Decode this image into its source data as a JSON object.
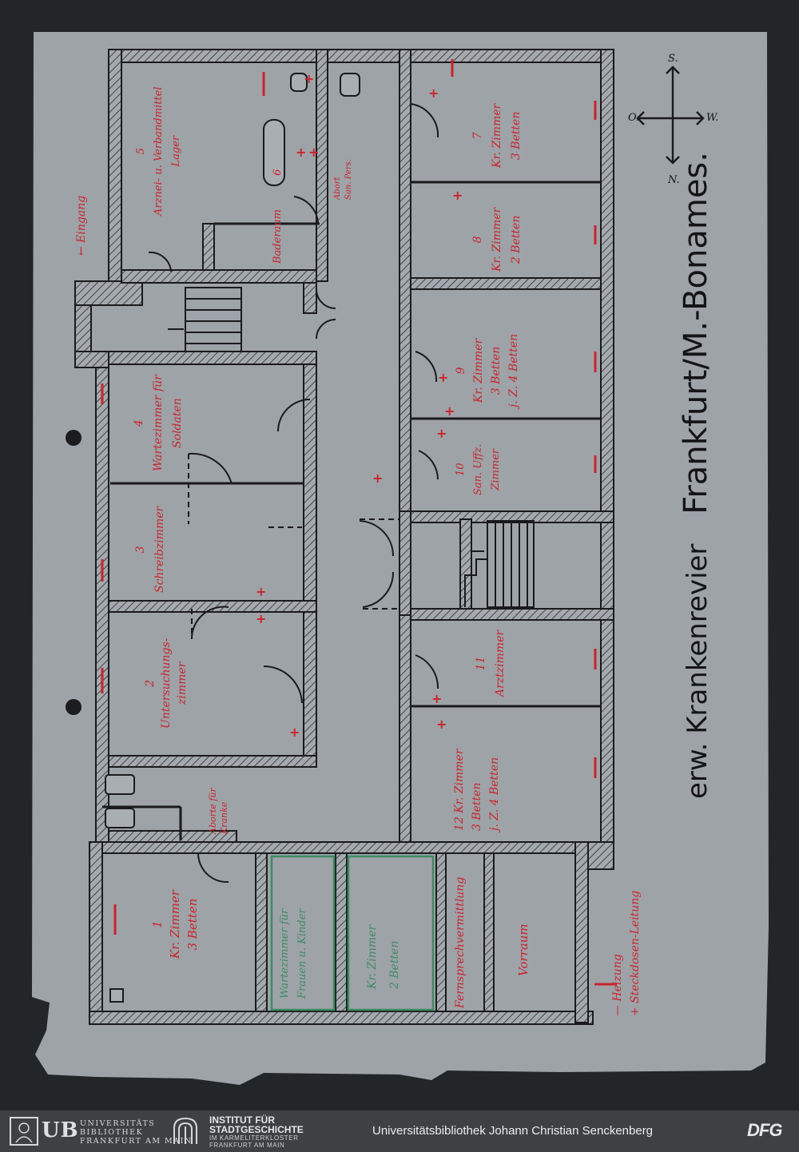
{
  "document": {
    "title_prefix": "erw. Krankenrevier",
    "title_place": "Frankfurt/M.-Bonames.",
    "entrance_label": "Eingang",
    "compass": {
      "east": "O.",
      "south": "S.",
      "north": "N.",
      "west": "W."
    },
    "rooms": {
      "r1": {
        "num": "1",
        "line1": "Kr. Zimmer",
        "line2": "3 Betten"
      },
      "r2": {
        "num": "2",
        "line1": "Untersuchungs-",
        "line2": "zimmer"
      },
      "r3": {
        "num": "3",
        "line1": "Schreibzimmer"
      },
      "r4": {
        "num": "4",
        "line1": "Wartezimmer für",
        "line2": "Soldaten"
      },
      "r5": {
        "num": "5",
        "line1": "Arznei- u. Verbandmittel",
        "line2": "Lager"
      },
      "r6": {
        "num": "6",
        "line1": "Baderaum"
      },
      "r6b": {
        "line1": "Abort",
        "line2": "San. Pers."
      },
      "r7": {
        "num": "7",
        "line1": "Kr. Zimmer",
        "line2": "3 Betten"
      },
      "r8": {
        "num": "8",
        "line1": "Kr. Zimmer",
        "line2": "2 Betten"
      },
      "r9": {
        "num": "9",
        "line1": "Kr. Zimmer",
        "line2": "3 Betten",
        "line3": "j. Z. 4 Betten"
      },
      "r10": {
        "num": "10",
        "line1": "San. Uffz.",
        "line2": "Zimmer"
      },
      "r11": {
        "num": "11",
        "line1": "Arztzimmer"
      },
      "r12": {
        "num": "12",
        "line1": "Kr. Zimmer",
        "line2": "3 Betten",
        "line3": "j. Z. 4 Betten"
      },
      "wc": {
        "line1": "Aborte für",
        "line2": "Kranke"
      },
      "wz": {
        "line1": "Wartezimmer für",
        "line2": "Frauen u. Kinder"
      },
      "kz2": {
        "line1": "Kr. Zimmer",
        "line2": "2 Betten"
      },
      "fs": {
        "line1": "Fernsprechvermittlung"
      },
      "vr": {
        "line1": "Vorraum"
      }
    },
    "legend": {
      "line1": "— Heizung",
      "line2": "+ Steckdosen-Leitung"
    }
  },
  "footer": {
    "ub_mark": "UB",
    "ub_line1": "UNIVERSITÄTS",
    "ub_line2": "BIBLIOTHEK",
    "ub_line3": "FRANKFURT AM MAIN",
    "isg_line1": "INSTITUT FÜR",
    "isg_line2": "STADTGESCHICHTE",
    "isg_line3": "IM KARMELITERKLOSTER",
    "isg_line4": "FRANKFURT AM MAIN",
    "center_text": "Universitätsbibliothek Johann Christian Senckenberg",
    "dfg": "DFG"
  },
  "colors": {
    "paper": "#9ea3a8",
    "ink": "#1a1a1c",
    "red": "#c8242c",
    "green": "#3f8a62"
  }
}
